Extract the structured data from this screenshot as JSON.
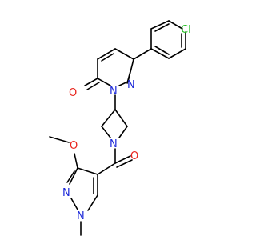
{
  "atom_labels": {
    "cl": "Cl",
    "carbonyl_o": "O",
    "n1": "N",
    "n2": "N",
    "azetidine_n": "N",
    "amide_o": "O",
    "methoxy_o": "O",
    "pyrazole_n1": "N",
    "pyrazole_n2": "N"
  },
  "colors": {
    "bond": "#000000",
    "chlorine": "#1fbf1f",
    "oxygen": "#e8231c",
    "nitrogen": "#1f2bd9"
  }
}
